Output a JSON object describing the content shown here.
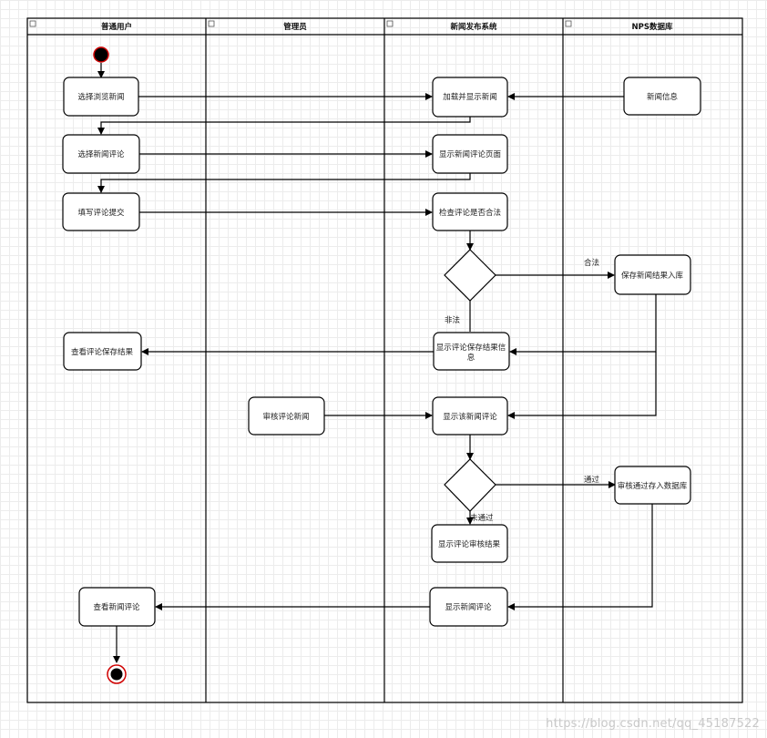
{
  "lanes": [
    {
      "title": "普通用户"
    },
    {
      "title": "管理员"
    },
    {
      "title": "新闻发布系统"
    },
    {
      "title": "NPS数据库"
    }
  ],
  "nodes": {
    "browse_news": "选择浏览新闻",
    "load_show_news": "加载并显示新闻",
    "news_info": "新闻信息",
    "choose_comment": "选择新闻评论",
    "show_comment_page": "显示新闻评论页面",
    "fill_submit": "填写评论提交",
    "check_comment": "检查评论是否合法",
    "save_news_result": "保存新闻结果入库",
    "view_save_result": "查看评论保存结果",
    "show_save_result_1": "显示评论保存结果信",
    "show_save_result_2": "息",
    "review_news": "审核评论新闻",
    "show_news_comment": "显示该新闻评论",
    "approved_store": "审核通过存入数据库",
    "show_review_result": "显示评论审核结果",
    "view_news_comment": "查看新闻评论",
    "display_news_comment": "显示新闻评论"
  },
  "guards": {
    "legal": "合法",
    "illegal": "非法",
    "passed": "通过",
    "not_passed": "未通过"
  },
  "watermark": "https://blog.csdn.net/qq_45187522"
}
